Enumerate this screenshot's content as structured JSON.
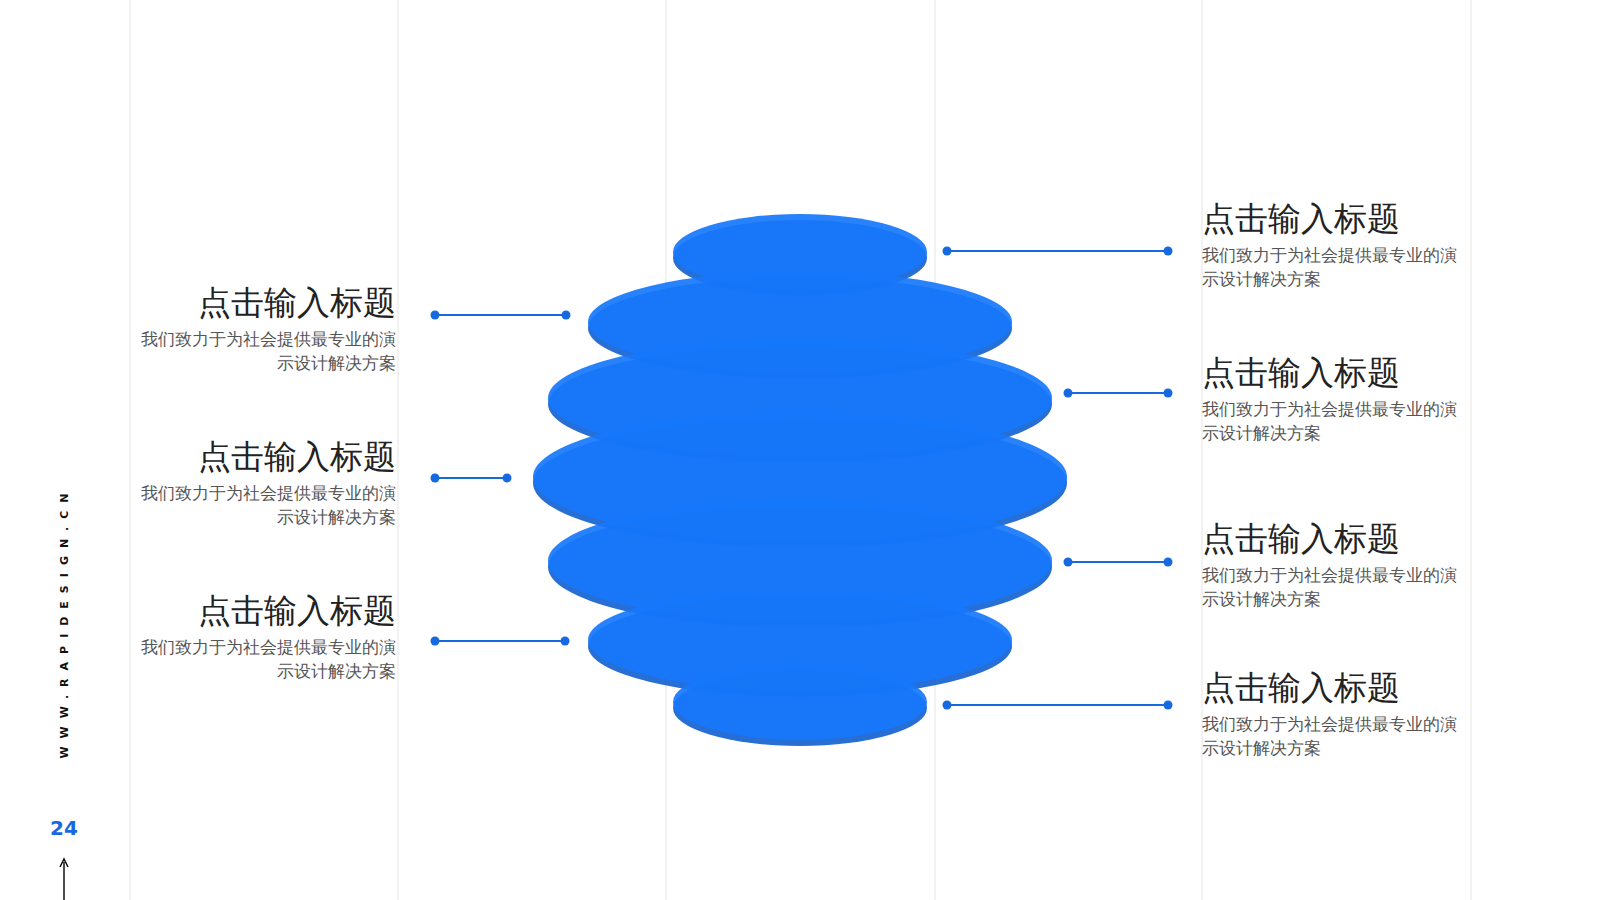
{
  "diagram": {
    "labels": [
      "点击输入标题",
      "我们致力于为社会提供最专业的演示设计解决方案",
      "点击输入标题",
      "我们致力于为社会提供最专业的演示设计解决方案",
      "点击输入标题",
      "我们致力于为社会提供最专业的演示设计解决方案",
      "点击输入标题",
      "我们致力于为社会提供最专业的演示设计解决方案",
      "点击输入标题",
      "我们致力于为社会提供最专业的演示设计解决方案",
      "点击输入标题",
      "我们致力于为社会提供最专业的演示设计解决方案",
      "点击输入标题",
      "我们致力于为社会提供最专业的演示设计解决方案",
      "WWW.RAPIDESIGN.CN",
      "24"
    ]
  }
}
